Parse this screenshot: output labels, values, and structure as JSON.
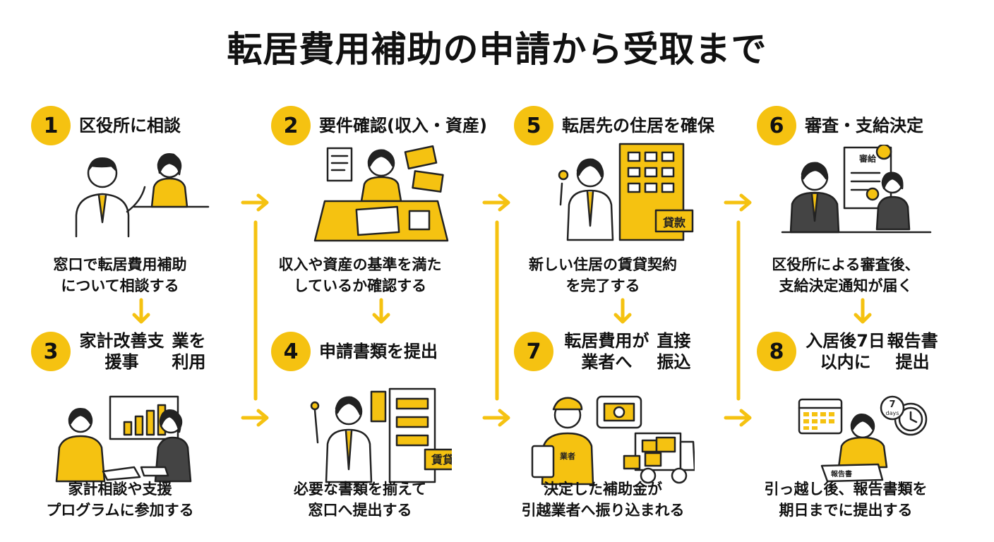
{
  "title": "転居費用補助の申請から受取まで",
  "colors": {
    "accent": "#F5C211",
    "ink": "#222222"
  },
  "steps": {
    "s1": {
      "num": "1",
      "title": "区役所に相談",
      "desc1": "窓口で転居費用補助",
      "desc2": "について相談する"
    },
    "s2": {
      "num": "2",
      "title": "要件確認(収入・資産)",
      "desc1": "収入や資産の基準を満た",
      "desc2": "しているか確認する"
    },
    "s3": {
      "num": "3",
      "title1": "家計改善支援事",
      "title2": "業を利用",
      "desc1": "家計相談や支援",
      "desc2": "プログラムに参加する"
    },
    "s4": {
      "num": "4",
      "title": "申請書類を提出",
      "sign": "賃貸",
      "desc1": "必要な書類を揃えて",
      "desc2": "窓口へ提出する"
    },
    "s5": {
      "num": "5",
      "title": "転居先の住居を確保",
      "sign": "貸款",
      "desc1": "新しい住居の賃貸契約",
      "desc2": "を完了する"
    },
    "s6": {
      "num": "6",
      "title": "審査・支給決定",
      "doc": "審給",
      "desc1": "区役所による審査後、",
      "desc2": "支給決定通知が届く"
    },
    "s7": {
      "num": "7",
      "title1": "転居費用が業者へ",
      "title2": "直接振込",
      "badge": "業者",
      "desc1": "決定した補助金が",
      "desc2": "引越業者へ振り込まれる"
    },
    "s8": {
      "num": "8",
      "title1": "入居後7日以内に",
      "title2": "報告書提出",
      "clock_num": "7",
      "clock_unit": "days",
      "paper": "報告書",
      "desc1": "引っ越し後、報告書類を",
      "desc2": "期日までに提出する"
    }
  }
}
